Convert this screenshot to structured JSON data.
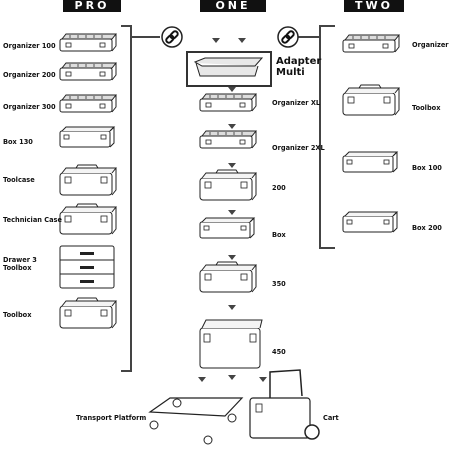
{
  "headers": {
    "pro": "PRO",
    "one": "ONE",
    "two": "TWO"
  },
  "pro_items": [
    "Organizer 100",
    "Organizer 200",
    "Organizer 300",
    "Box 130",
    "Toolcase",
    "Technician Case",
    "Drawer 3\nToolbox",
    "Toolbox"
  ],
  "one_items": {
    "adapter": "Adapter\nMulti",
    "org_xl": "Organizer XL",
    "org_2xl": "Organizer 2XL",
    "b200": "200",
    "box": "Box",
    "b350": "350",
    "b450": "450"
  },
  "two_items": [
    "Organizer",
    "Toolbox",
    "Box 100",
    "Box 200"
  ],
  "bottom": {
    "transport": "Transport Platform",
    "cart": "Cart"
  },
  "icons": [
    "link-icon",
    "link-icon",
    "arrow-down-icon"
  ]
}
